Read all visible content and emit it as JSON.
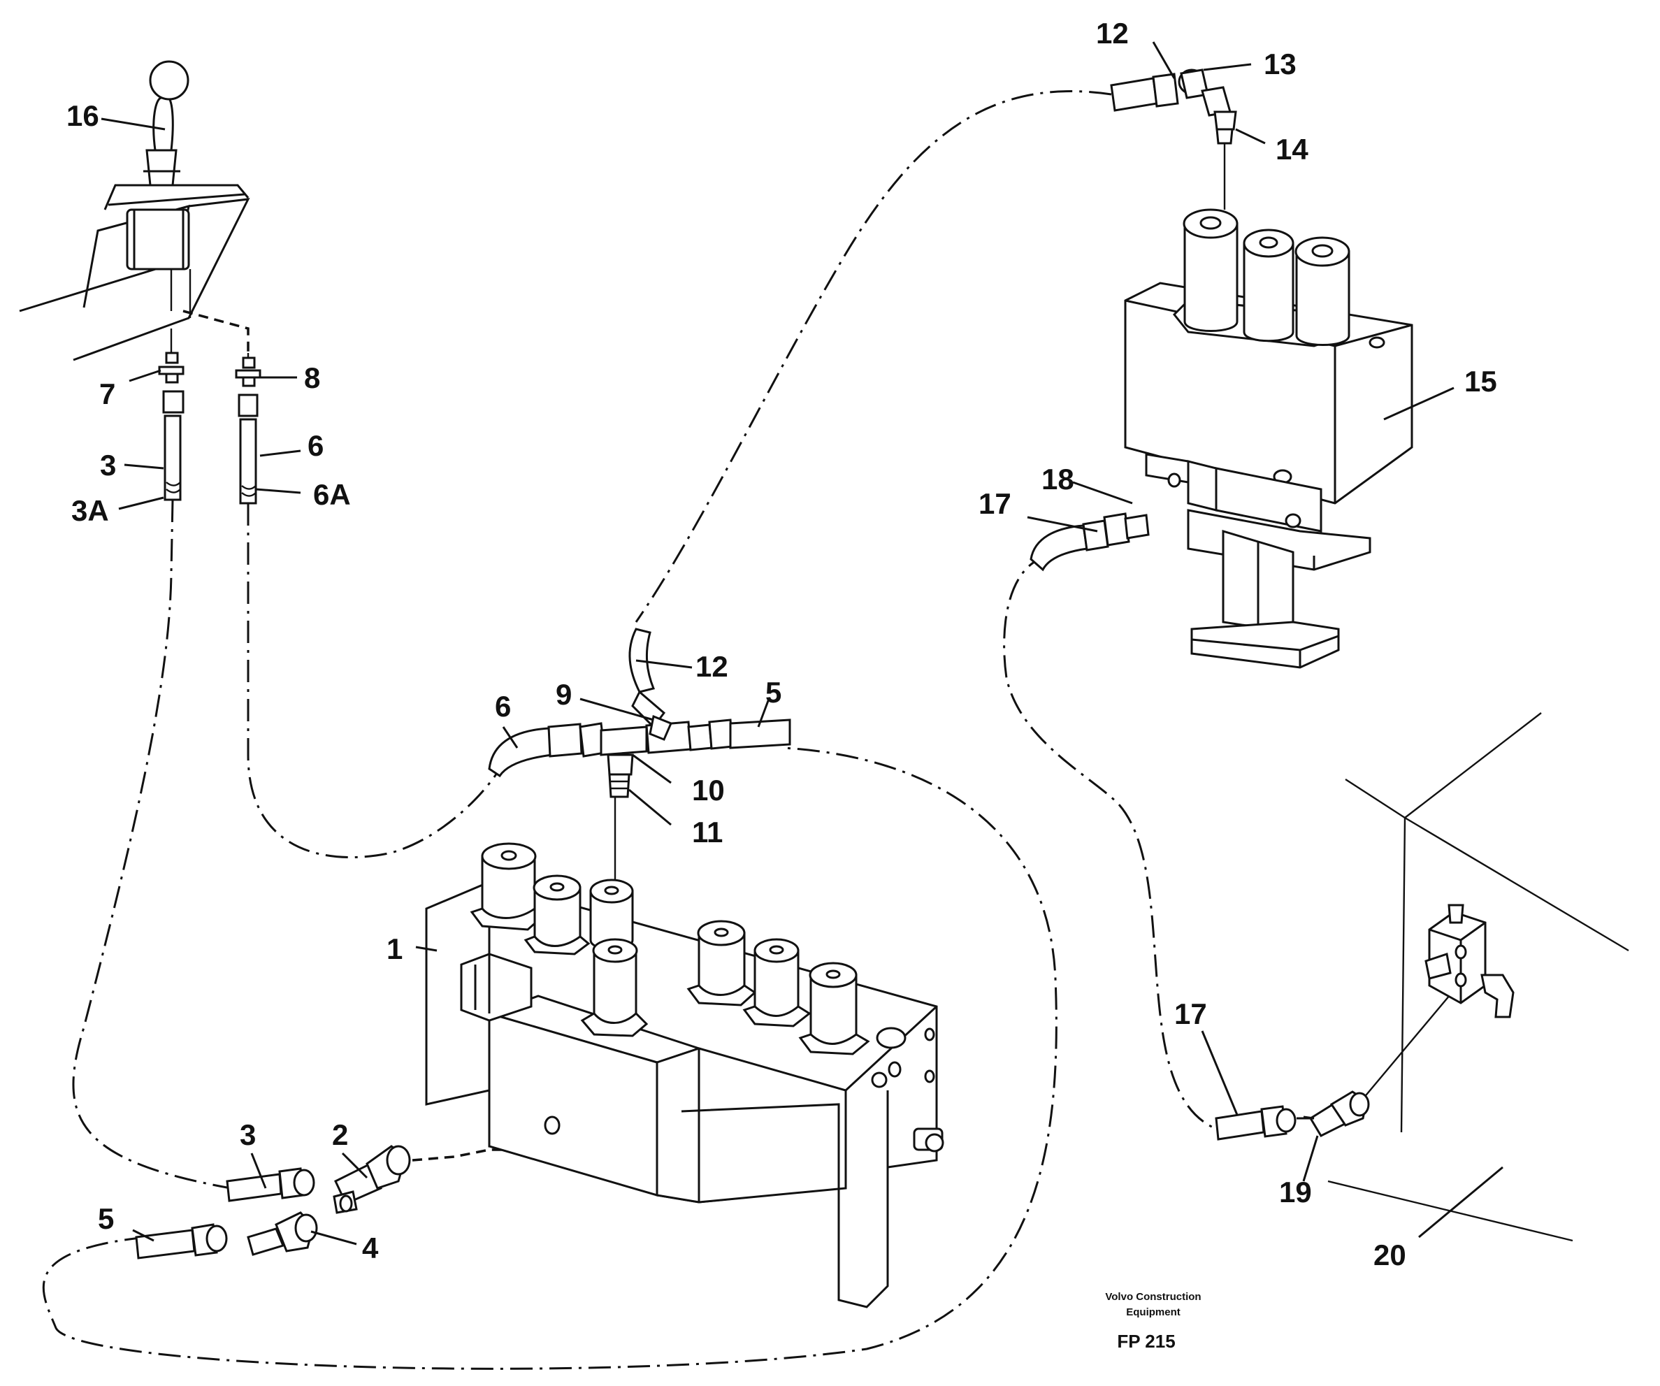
{
  "labels": {
    "l1": "1",
    "l2": "2",
    "l3_top": "3",
    "l3a": "3A",
    "l3_bottom": "3",
    "l4": "4",
    "l5_top": "5",
    "l5_bottom": "5",
    "l6_top": "6",
    "l6a": "6A",
    "l6_mid": "6",
    "l7": "7",
    "l8": "8",
    "l9": "9",
    "l10": "10",
    "l11": "11",
    "l12_top": "12",
    "l12_mid": "12",
    "l13": "13",
    "l14": "14",
    "l15": "15",
    "l16": "16",
    "l17_top": "17",
    "l17_bottom": "17",
    "l18": "18",
    "l19": "19",
    "l20": "20"
  },
  "footer": {
    "company_line1": "Volvo Construction",
    "company_line2": "Equipment",
    "figure_code": "FP 215"
  }
}
